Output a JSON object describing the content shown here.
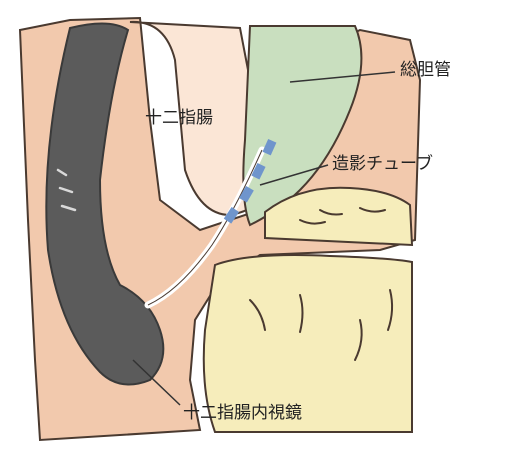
{
  "labels": {
    "bile_duct": "総胆管",
    "duodenum": "十二指腸",
    "contrast_tube": "造影チューブ",
    "duodenoscope": "十二指腸内視鏡"
  },
  "colors": {
    "wall": "#f2c9ad",
    "wall_edge": "#e49a74",
    "lumen_fold": "#fbe6d6",
    "bile_duct": "#c9dfbf",
    "pancreas": "#f6edbb",
    "scope": "#5b5b5b",
    "scope_dark": "#3a3a3a",
    "tube_blue": "#6f95cc",
    "outline": "#4a3a30"
  }
}
